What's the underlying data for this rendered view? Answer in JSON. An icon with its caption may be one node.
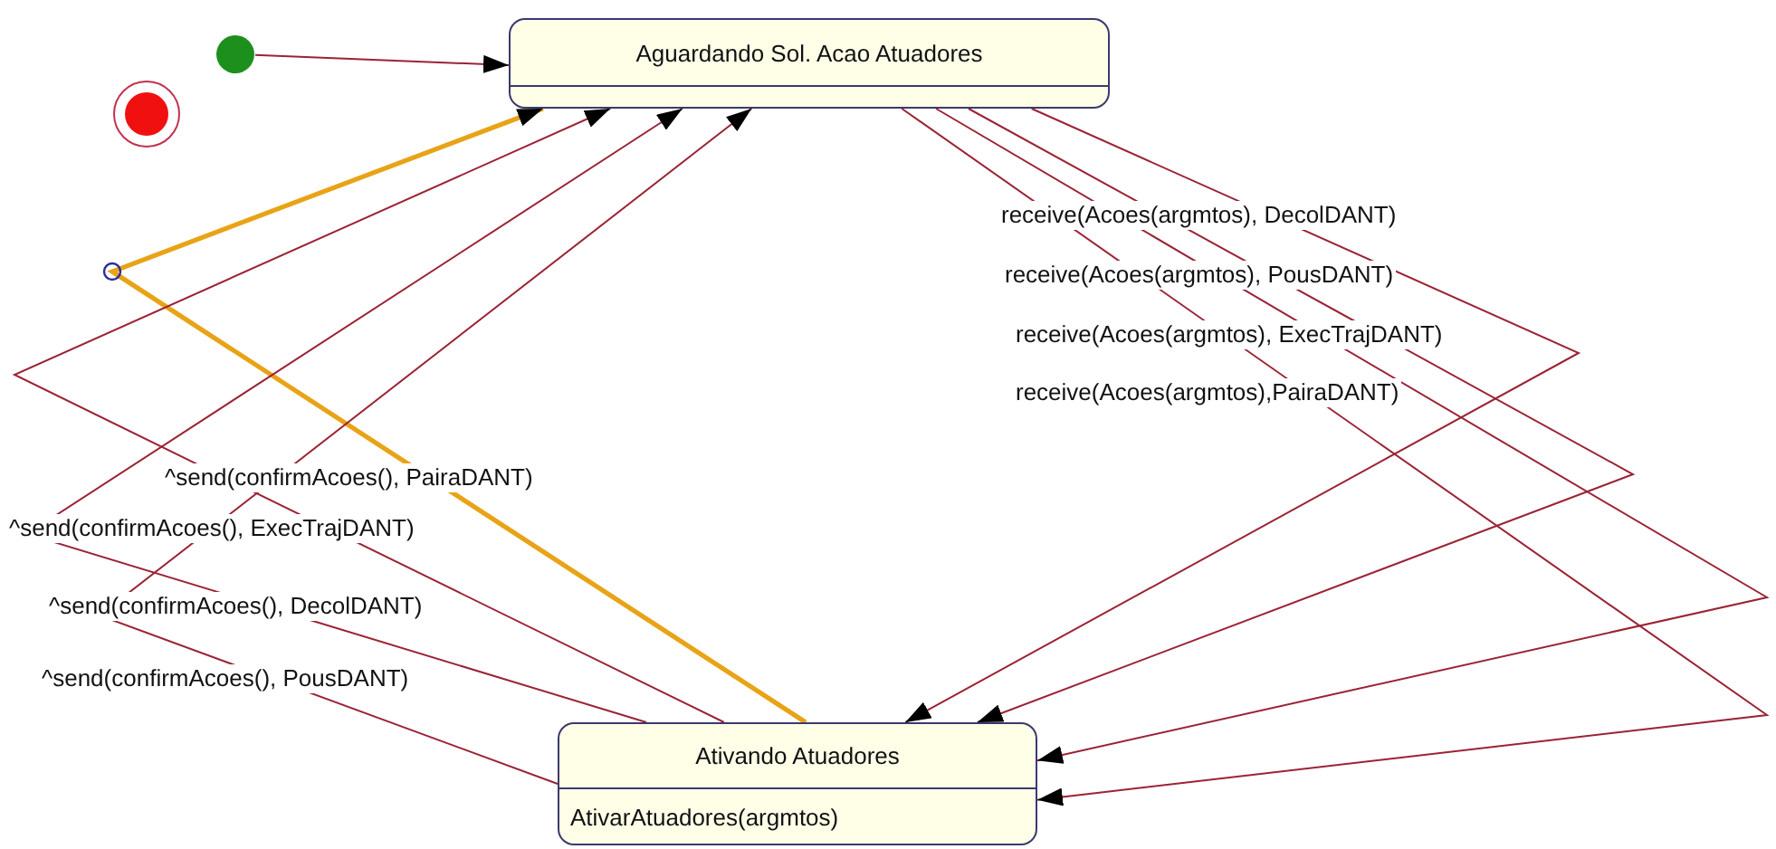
{
  "diagram": {
    "nodes": [
      {
        "text": [],
        "shape": "circle"
      },
      {
        "text": [],
        "shape": "circle"
      },
      {
        "text": [
          "Aguardando Sol. Acao Atuadores"
        ]
      },
      {
        "text": [
          "Ativando Atuadores",
          "AtivarAtuadores(argmtos)"
        ]
      }
    ],
    "edges": [
      {
        "from": 0,
        "to": 2,
        "arrow": "to"
      },
      {
        "from": 2,
        "to": 3,
        "arrow": "to",
        "label": "receive(Acoes(argmtos), DecolDANT)"
      },
      {
        "from": 2,
        "to": 3,
        "arrow": "to",
        "label": "receive(Acoes(argmtos), PousDANT)"
      },
      {
        "from": 2,
        "to": 3,
        "arrow": "to",
        "label": "receive(Acoes(argmtos), ExecTrajDANT)"
      },
      {
        "from": 2,
        "to": 3,
        "arrow": "to",
        "label": "receive(Acoes(argmtos),PairaDANT)"
      },
      {
        "from": 3,
        "to": 2,
        "arrow": "to",
        "label": "^send(confirmAcoes(), PairaDANT)",
        "style": "thick",
        "color": "#e8a317"
      },
      {
        "from": 3,
        "to": 2,
        "arrow": "to",
        "label": "^send(confirmAcoes(), ExecTrajDANT)"
      },
      {
        "from": 3,
        "to": 2,
        "arrow": "to",
        "label": "^send(confirmAcoes(), DecolDANT)"
      },
      {
        "from": 3,
        "to": 2,
        "arrow": "to",
        "label": "^send(confirmAcoes(), PousDANT)"
      }
    ]
  }
}
